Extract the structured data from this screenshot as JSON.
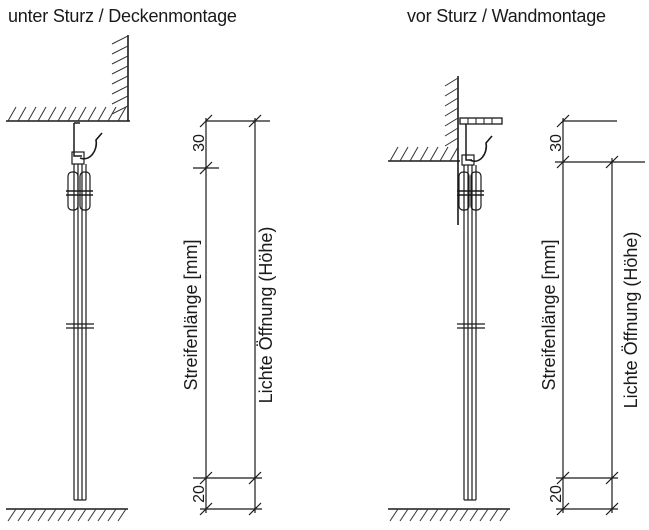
{
  "left_view": {
    "title": "unter Sturz / Deckenmontage",
    "dim_top": "30",
    "dim_bottom": "20",
    "label_strip": "Streifenlänge [mm]",
    "label_opening": "Lichte Öffnung (Höhe)"
  },
  "right_view": {
    "title": "vor Sturz / Wandmontage",
    "dim_top": "30",
    "dim_bottom": "20",
    "label_strip": "Streifenlänge [mm]",
    "label_opening": "Lichte Öffnung (Höhe)"
  },
  "colors": {
    "line": "#1a1a1a",
    "hatch": "#333333"
  }
}
